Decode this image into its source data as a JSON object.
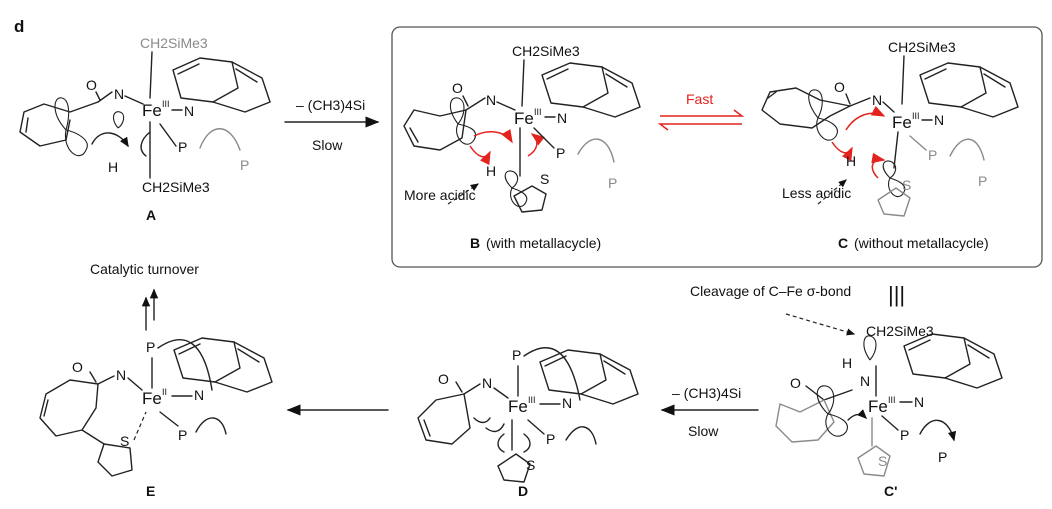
{
  "panel_label": "d",
  "species": {
    "A": {
      "label": "A",
      "top_ligand": "CH2SiMe3",
      "bottom_ligand": "CH2SiMe3",
      "metal": "Fe",
      "ox": "III",
      "H": "H",
      "P1": "P",
      "P2": "P",
      "N": "N",
      "N2": "N",
      "O": "O"
    },
    "B": {
      "label": "B",
      "caption": "(with metallacycle)",
      "top_ligand": "CH2SiMe3",
      "metal": "Fe",
      "ox": "III",
      "H": "H",
      "S": "S",
      "P1": "P",
      "P2": "P",
      "N": "N",
      "N2": "N",
      "O": "O",
      "note": "More acidic"
    },
    "C": {
      "label": "C",
      "caption": "(without metallacycle)",
      "top_ligand": "CH2SiMe3",
      "metal": "Fe",
      "ox": "III",
      "H": "H",
      "S": "S",
      "P1": "P",
      "P2": "P",
      "N": "N",
      "N2": "N",
      "O": "O",
      "note": "Less acidic"
    },
    "Cp": {
      "label": "C'",
      "top_ligand": "CH2SiMe3",
      "metal": "Fe",
      "ox": "III",
      "H": "H",
      "P1": "P",
      "P2": "P",
      "S": "S",
      "N": "N",
      "N2": "N",
      "O": "O",
      "note": "Cleavage of C–Fe σ-bond"
    },
    "D": {
      "label": "D",
      "metal": "Fe",
      "ox": "III",
      "P_top": "P",
      "P": "P",
      "S": "S",
      "N": "N",
      "N2": "N",
      "O": "O"
    },
    "E": {
      "label": "E",
      "metal": "Fe",
      "ox": "II",
      "P_top": "P",
      "P": "P",
      "S": "S",
      "N": "N",
      "N2": "N",
      "O": "O"
    }
  },
  "arrows": {
    "A_to_B": {
      "top": "– (CH3)4Si",
      "bottom": "Slow"
    },
    "B_C": {
      "label": "Fast"
    },
    "C_Cp": {
      "symbol": "|||"
    },
    "Cp_to_D": {
      "top": "– (CH3)4Si",
      "bottom": "Slow"
    },
    "E_turnover": {
      "label": "Catalytic turnover"
    }
  },
  "colors": {
    "accent": "#e3231d",
    "box": "#555555",
    "grey_text": "#8a8a8a"
  }
}
